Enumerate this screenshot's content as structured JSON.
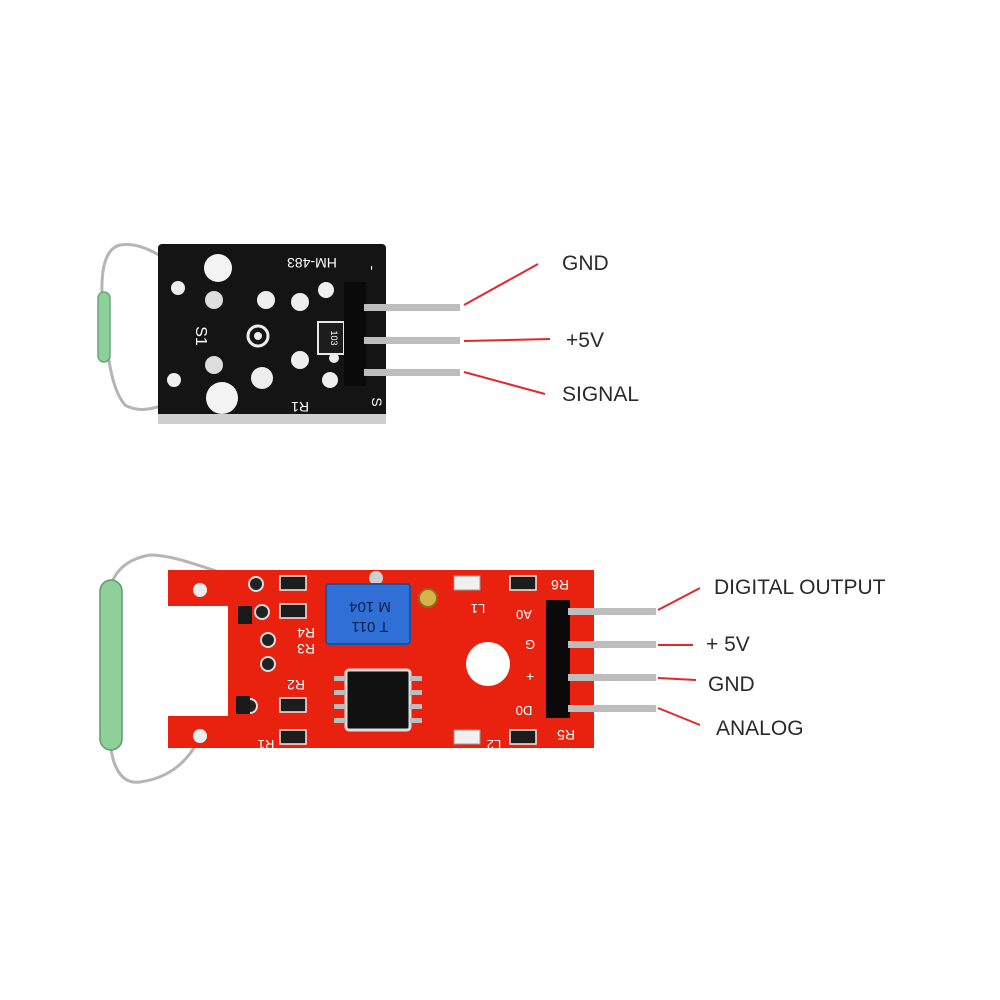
{
  "colors": {
    "background": "#ffffff",
    "black_board": "#141414",
    "red_board": "#e8220e",
    "pot_blue": "#2f6fd6",
    "leader_line": "#e0282e",
    "label_text": "#2a2a2a",
    "pin_metal": "#bdbdbd",
    "reed_glass": "#8fcf9a"
  },
  "top_module": {
    "silkscreen": {
      "model": "HM-483",
      "ref_reed": "S1",
      "ref_resistor": "R1",
      "resistor_mark": "103",
      "pin_minus": "-",
      "pin_signal": "S"
    },
    "pin_labels": [
      "GND",
      "+5V",
      "SIGNAL"
    ]
  },
  "bottom_module": {
    "silkscreen": {
      "pot_line1": "M 104",
      "pot_line2": "T 011",
      "r6": "R6",
      "r5": "R5",
      "r3": "R3",
      "r4": "R4",
      "r2": "R2",
      "r1": "R1",
      "l1": "L1",
      "l2": "L2",
      "pin_ao": "A0",
      "pin_g": "G",
      "pin_plus": "+",
      "pin_do": "D0"
    },
    "pin_labels": [
      "DIGITAL OUTPUT",
      "+ 5V",
      "GND",
      "ANALOG"
    ]
  }
}
